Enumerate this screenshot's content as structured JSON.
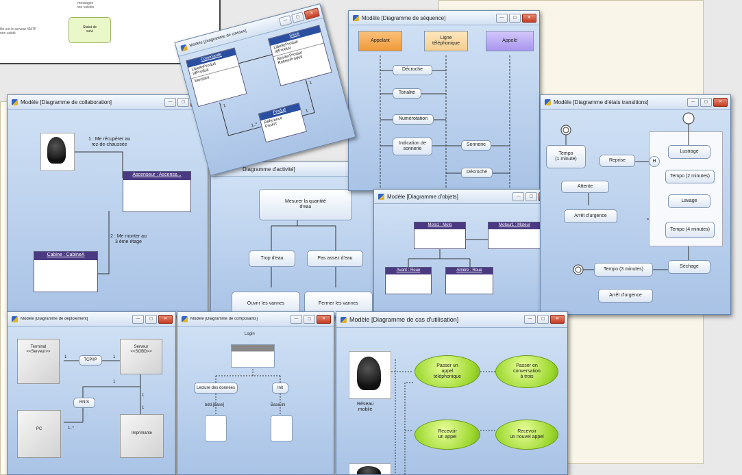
{
  "top_left_card": {
    "note1": "messages\nnon validés",
    "note2": "Statut de\nsuivi",
    "note3": "lite sur le serveur SMTP\nnon validé"
  },
  "windows": {
    "classes": {
      "title": "Modèle [Diagramme de classes]",
      "cls1": "Commande",
      "cls1_attrs": "LibelleProduit\nIdProduit",
      "cls1_ops": "Montant",
      "cls2": "Stock",
      "cls2_attrs": "LibelleProduit\nIdProduit",
      "cls2_ops": "AjouterProduit\nRetirerProduit",
      "cls3": "Produit",
      "cls3_attrs": "Référence\nPrixHT",
      "m1": "1",
      "m2": "1",
      "m3": "1..*",
      "m4": "1"
    },
    "sequence": {
      "title": "Modèle [Diagramme de séquence]",
      "actor1": "Appelant",
      "actor2": "Ligne\ntéléphonique",
      "actor3": "Appelé",
      "m1": "Décroche",
      "m2": "Tonalité",
      "m3": "Numérotation",
      "m4": "Indication de\nsonnerie",
      "m5": "Sonnerie",
      "m6": "Décroche"
    },
    "collaboration": {
      "title": "Modèle [Diagramme de collaboration]",
      "msg1": "1 : Me récupérer au\nrez-de-chaussée",
      "obj1": "Ascenseur : Ascense...",
      "msg2": "2 : Me monter au\n3 ème étage",
      "obj2": "Cabine : CabineA"
    },
    "activity": {
      "title": "Diagramme d'activité]",
      "a1": "Mesurer la quantité\nd'eau",
      "a2": "Trop d'eau",
      "a3": "Pas assez d'eau",
      "a4": "Ouvrir les vannes",
      "a5": "Fermer les vannes"
    },
    "objects": {
      "title": "Modèle [Diagramme d'objets]",
      "o1": "Moto1 : Moto",
      "o2": "Moteur1 : Moteur",
      "o3": "Avant : Roue",
      "o4": "Arrière : Roue"
    },
    "states": {
      "title": "Modèle [Diagramme d'états transitions]",
      "s_tempo1": "Tempo\n(1 minute)",
      "s_reprise": "Reprise",
      "s_h": "H",
      "s_lustrage": "Lustrage",
      "s_tempo2": "Tempo (2 minutes)",
      "s_lavage": "Lavage",
      "s_tempo4": "Tempo (4 minutes)",
      "s_attente": "Attente",
      "s_arret1": "Arrêt d'urgence",
      "s_sechage": "Séchage",
      "s_tempo3": "Tempo (3 minutes)",
      "s_arret2": "Arrêt d'urgence"
    },
    "deployment": {
      "title": "Modèle [Diagramme de déploiement]",
      "n1": "Terminal\n<<Serveur>>",
      "n2": "Serveur\n<<SGBD>>",
      "n3": "PC",
      "n4": "Imprimante",
      "l1": "TCP/IP",
      "l2": "RNIS",
      "mA": "1",
      "mB": "1",
      "mC": "1",
      "mD": "1",
      "mE": "1..*",
      "mF": "1"
    },
    "components": {
      "title": "Modèle [Diagramme de composants]",
      "c_top": "Login",
      "c_l": "Lecture des données",
      "c_r": "Init",
      "c_dl": "bdd.[base]",
      "c_dr": "Base.ini"
    },
    "usecase": {
      "title": "Modèle [Diagramme de cas d'utilisation]",
      "actor": "Réseau\nmobile",
      "u1": "Passer un\nappel\ntéléphonique",
      "u2": "Passer en\nconversation\nà trois",
      "u3": "Recevoir\nun appel",
      "u4": "Recevoir\nun nouvel appel"
    }
  },
  "buttons": {
    "min": "—",
    "max": "▢",
    "close": "✕"
  },
  "colors": {
    "title_bar": "#dbe6f4",
    "canvas": "#bcd3ee",
    "class_header": "#4b3a82",
    "usecase": "#9ed830",
    "seq_actor1": "#f5a54a",
    "seq_actor2": "#f5d49a",
    "seq_actor3": "#b7a2ef"
  }
}
